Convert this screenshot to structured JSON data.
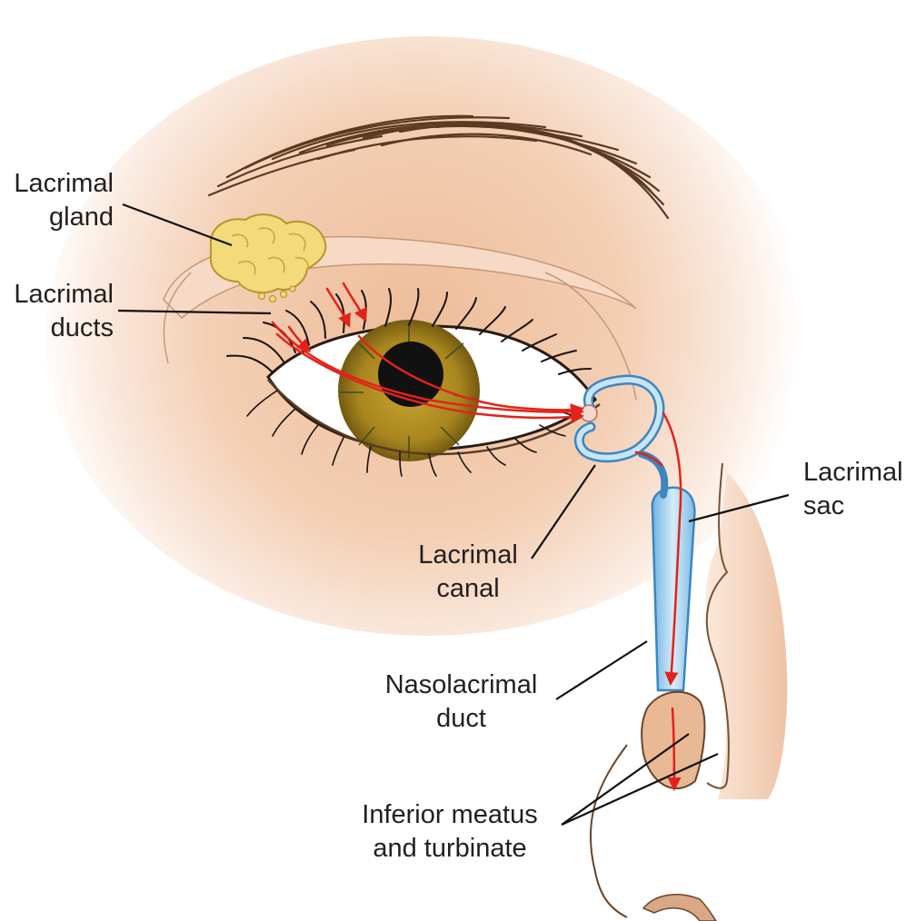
{
  "labels": {
    "lacrimal_gland": {
      "line1": "Lacrimal",
      "line2": "gland"
    },
    "lacrimal_ducts": {
      "line1": "Lacrimal",
      "line2": "ducts"
    },
    "lacrimal_sac": {
      "line1": "Lacrimal",
      "line2": "sac"
    },
    "lacrimal_canal": {
      "line1": "Lacrimal",
      "line2": "canal"
    },
    "nasolacrimal_duct": {
      "line1": "Nasolacrimal",
      "line2": "duct"
    },
    "inferior_meatus": {
      "line1": "Inferior meatus",
      "line2": "and turbinate"
    }
  },
  "colors": {
    "skin": "#f0c8a8",
    "skin_shadow": "#e5b28f",
    "iris": "#a8861e",
    "pupil": "#111111",
    "sclera": "#ffffff",
    "gland": "#f3da7a",
    "duct_blue": "#8cc8ea",
    "flow_arrow": "#e2231a",
    "outline": "#3b2a20",
    "label_text": "#231f20"
  }
}
